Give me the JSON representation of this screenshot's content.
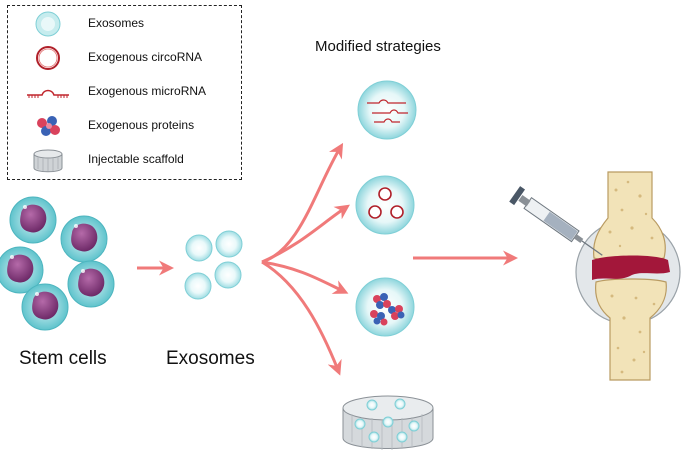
{
  "legend": {
    "items": [
      {
        "label": "Exosomes",
        "icon": "exosome-icon"
      },
      {
        "label": "Exogenous circoRNA",
        "icon": "circrna-icon"
      },
      {
        "label": "Exogenous microRNA",
        "icon": "microrna-icon"
      },
      {
        "label": "Exogenous proteins",
        "icon": "protein-icon"
      },
      {
        "label": "Injectable scaffold",
        "icon": "scaffold-icon"
      }
    ]
  },
  "labels": {
    "stem_cells": "Stem cells",
    "exosomes": "Exosomes",
    "strategies_title": "Modified strategies"
  },
  "colors": {
    "arrow": "#f07a7a",
    "exosome_fill": "#bfe9ec",
    "cell_nucleus": "#8e3f86",
    "rna": "#c0262d",
    "bone": "#f2e3b8",
    "lesion": "#a3173a"
  }
}
